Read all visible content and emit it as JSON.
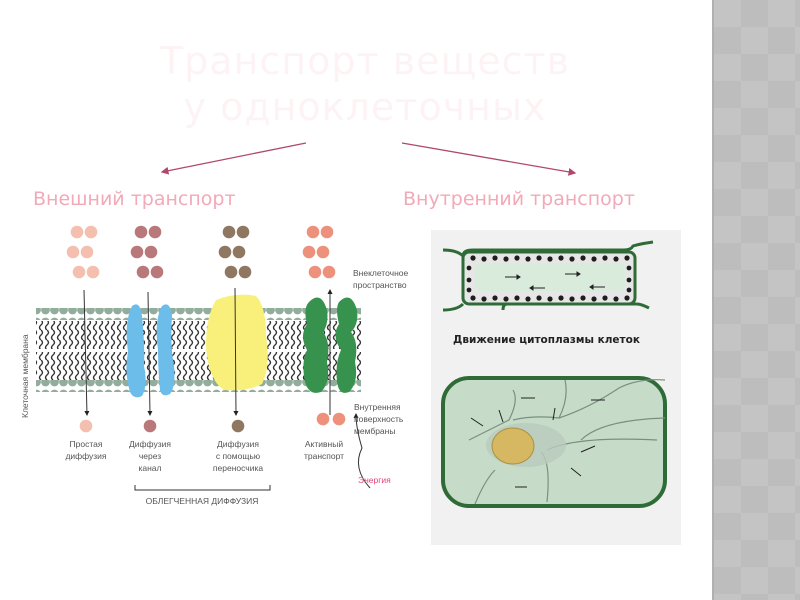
{
  "slide": {
    "title_line1": "Транспорт веществ",
    "title_line2": "у одноклеточных",
    "left_heading": "Внешний транспорт",
    "right_heading": "Внутренний транспорт"
  },
  "membrane_diagram": {
    "side_label": "Клеточная мембрана",
    "outer_label_1": "Внеклеточное",
    "outer_label_2": "пространство",
    "inner_label_1": "Внутренняя",
    "inner_label_2": "поверхность",
    "inner_label_3": "мембраны",
    "energy_label": "Энергия",
    "mechanisms": [
      {
        "line1": "Простая",
        "line2": "диффузия",
        "line3": "",
        "color": "#f4bfae"
      },
      {
        "line1": "Диффузия",
        "line2": "через",
        "line3": "канал",
        "color": "#b9787a"
      },
      {
        "line1": "Диффузия",
        "line2": "с помощью",
        "line3": "переносчика",
        "color": "#8f7761"
      },
      {
        "line1": "Активный",
        "line2": "транспорт",
        "line3": "",
        "color": "#ee917c"
      }
    ],
    "bracket_label": "ОБЛЕГЧЕННАЯ ДИФФУЗИЯ",
    "colors": {
      "lipid_head": "#93ad9c",
      "channel": "#6cbdea",
      "carrier": "#f8f07a",
      "pump": "#36924c",
      "energy": "#e0457a"
    }
  },
  "cells_diagram": {
    "caption": "Движение цитоплазмы клеток",
    "colors": {
      "wall": "#2f6b37",
      "vacuole": "#c7dcc8",
      "nucleus": "#d6b862"
    }
  },
  "theme": {
    "heading_color": "#f2a9b8",
    "arrow_color": "#b0486b",
    "title_color": "#fdf3f5"
  }
}
